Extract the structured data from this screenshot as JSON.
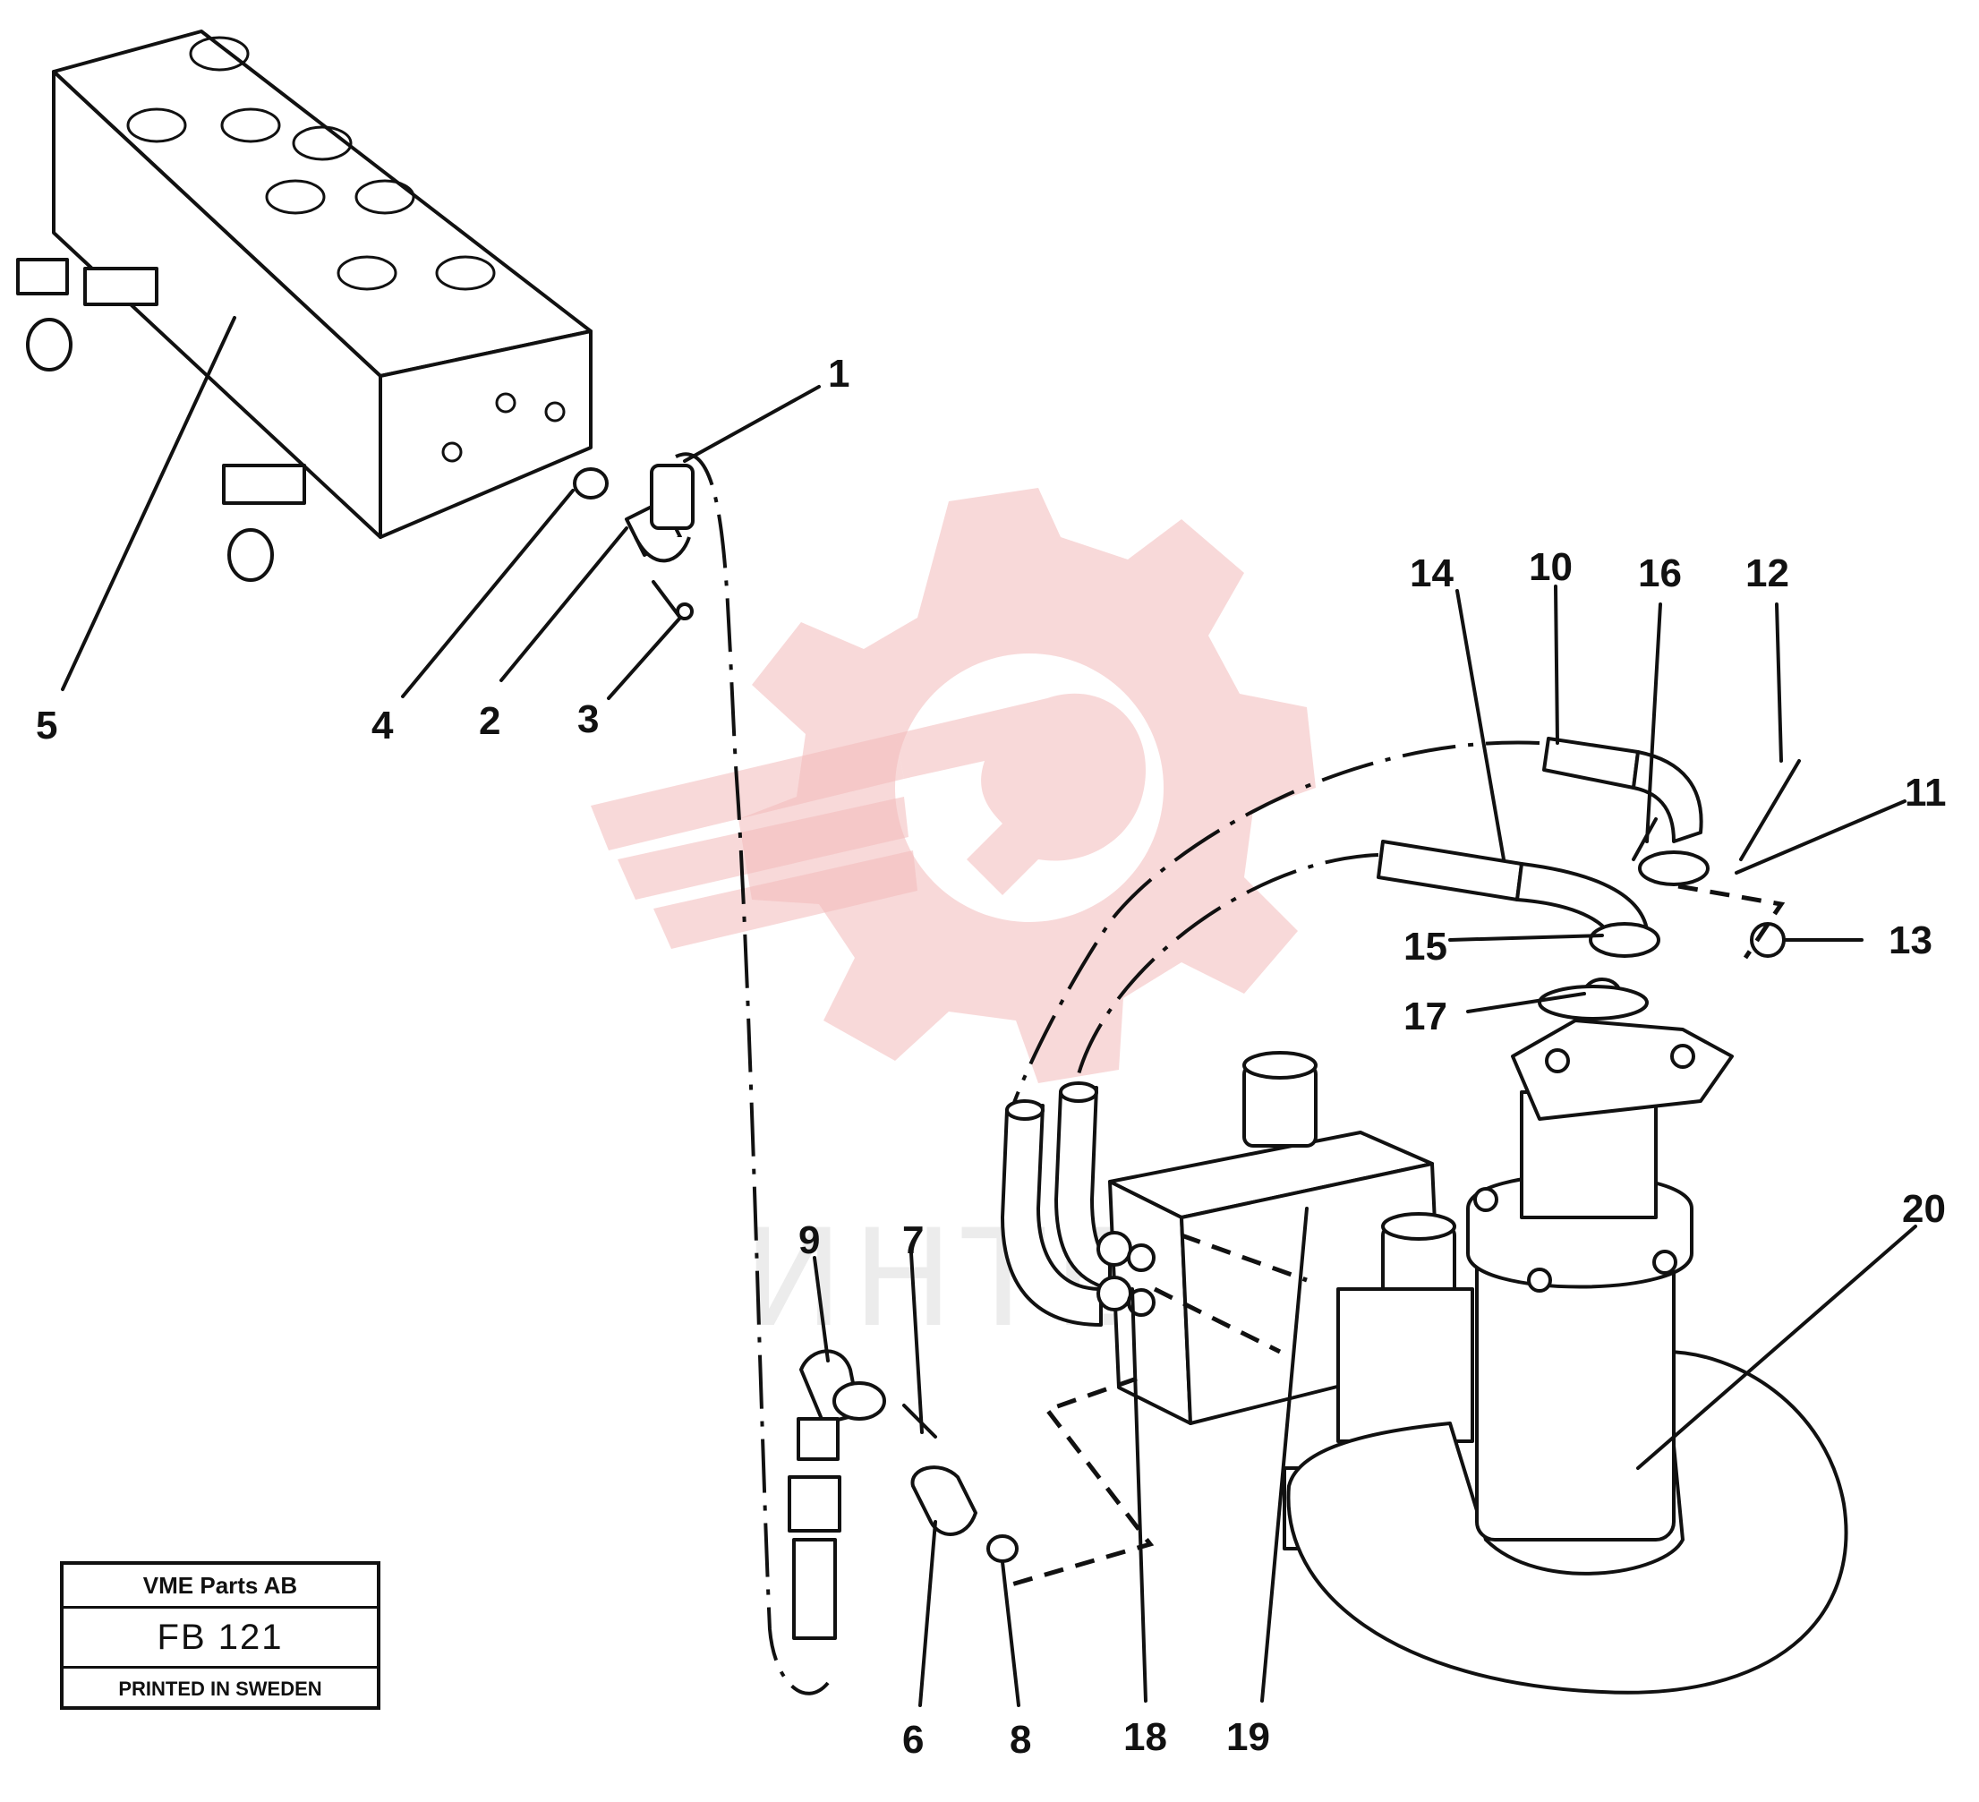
{
  "watermark": {
    "text": "ИНТЕХ",
    "color": "#e23b3b"
  },
  "callouts": [
    "1",
    "2",
    "3",
    "4",
    "5",
    "6",
    "7",
    "8",
    "9",
    "10",
    "11",
    "12",
    "13",
    "14",
    "15",
    "16",
    "17",
    "18",
    "19",
    "20"
  ],
  "title_block": {
    "company": "VME Parts AB",
    "code": "FB 121",
    "note": "PRINTED IN SWEDEN"
  },
  "icons": [
    "gear-wrench-watermark-icon"
  ]
}
